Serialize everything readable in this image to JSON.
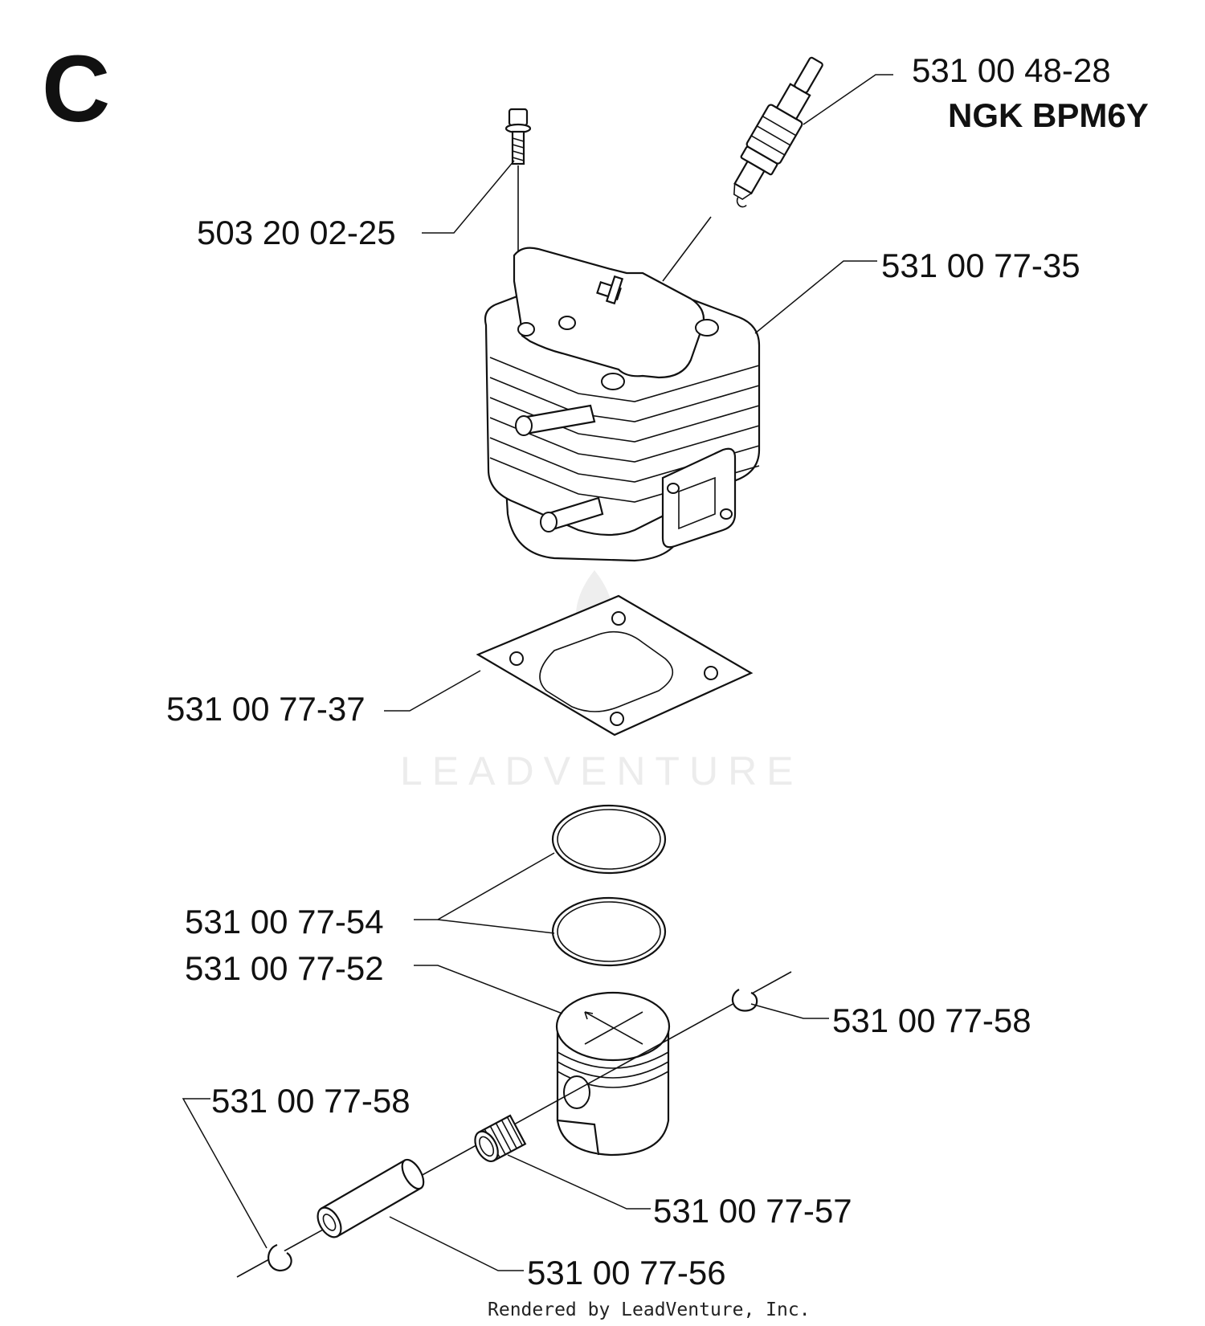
{
  "section_letter": "C",
  "watermark_text": "LEADVENTURE",
  "footer_text": "Rendered by LeadVenture, Inc.",
  "parts": {
    "spark_plug": {
      "part_number": "531 00 48-28",
      "spec": "NGK BPM6Y",
      "icon": "spark-plug-icon"
    },
    "screw": {
      "part_number": "503 20 02-25",
      "icon": "screw-icon"
    },
    "cylinder": {
      "part_number": "531 00 77-35",
      "icon": "cylinder-icon"
    },
    "gasket": {
      "part_number": "531 00 77-37",
      "icon": "gasket-icon"
    },
    "piston_rings": {
      "part_number": "531 00 77-54",
      "icon": "piston-ring-icon"
    },
    "piston": {
      "part_number": "531 00 77-52",
      "icon": "piston-icon"
    },
    "circlip_right": {
      "part_number": "531 00 77-58",
      "icon": "circlip-icon"
    },
    "circlip_left": {
      "part_number": "531 00 77-58",
      "icon": "circlip-icon"
    },
    "needle_bearing": {
      "part_number": "531 00 77-57",
      "icon": "needle-bearing-icon"
    },
    "piston_pin": {
      "part_number": "531 00 77-56",
      "icon": "piston-pin-icon"
    }
  },
  "colors": {
    "line": "#111111",
    "watermark": "#ececec",
    "background": "#ffffff"
  }
}
